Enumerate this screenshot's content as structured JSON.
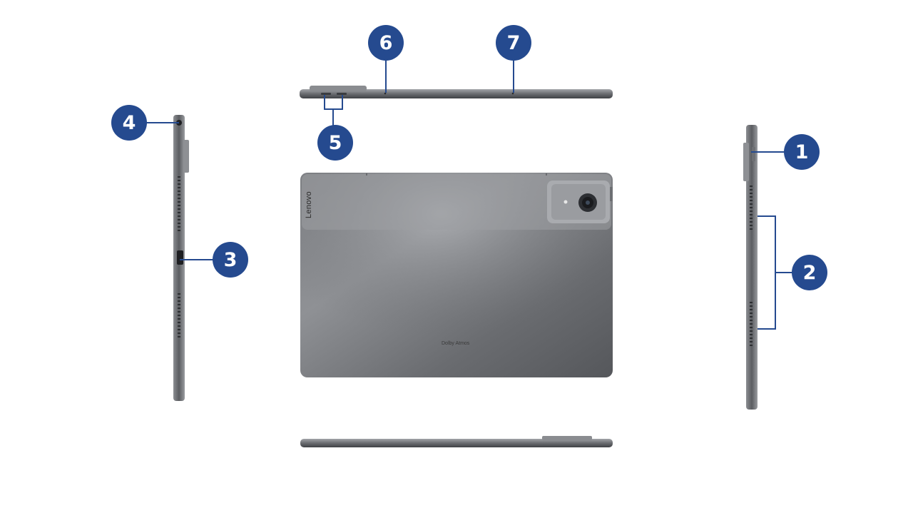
{
  "callouts": [
    {
      "id": "1",
      "label": "1"
    },
    {
      "id": "2",
      "label": "2"
    },
    {
      "id": "3",
      "label": "3"
    },
    {
      "id": "4",
      "label": "4"
    },
    {
      "id": "5",
      "label": "5"
    },
    {
      "id": "6",
      "label": "6"
    },
    {
      "id": "7",
      "label": "7"
    }
  ],
  "device": {
    "brand": "Lenovo",
    "dolby": "Dolby Atmos"
  },
  "colors": {
    "callout": "#254a8f",
    "device_body": "#5f6064",
    "background": "#ffffff"
  }
}
